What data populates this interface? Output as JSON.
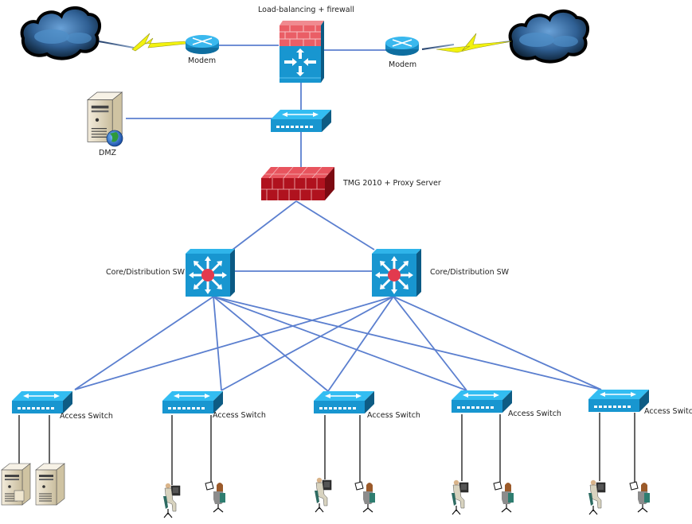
{
  "diagram": {
    "title": "Network topology",
    "colors": {
      "link": "#5b7fcf",
      "access_link": "#000000",
      "device_blue": "#1b9bd7",
      "device_blue_dark": "#0d5e88",
      "firewall_red": "#e8545e",
      "firewall_dark_red": "#b0121e",
      "core_center": "#e23a4e",
      "lightning": "#f2f20e",
      "cloud": "#3d72a8"
    },
    "nodes": {
      "cloud_left": {
        "type": "cloud",
        "label": ""
      },
      "cloud_right": {
        "type": "cloud",
        "label": ""
      },
      "modem_left": {
        "type": "router",
        "label": "Modem"
      },
      "modem_right": {
        "type": "router",
        "label": "Modem"
      },
      "lb_firewall": {
        "type": "firewall-router",
        "label": "Load-balancing + firewall"
      },
      "dmz_switch": {
        "type": "switch",
        "label": ""
      },
      "dmz_server": {
        "type": "web-server",
        "label": "DMZ"
      },
      "tmg_firewall": {
        "type": "firewall",
        "label": "TMG 2010 + Proxy Server"
      },
      "core_left": {
        "type": "layer3-switch",
        "label": "Core/Distribution SW"
      },
      "core_right": {
        "type": "layer3-switch",
        "label": "Core/Distribution SW"
      },
      "access": [
        {
          "type": "switch",
          "label": "Access Switch",
          "endpoints": [
            "server",
            "server"
          ]
        },
        {
          "type": "switch",
          "label": "Access Switch",
          "endpoints": [
            "user-desktop",
            "user-laptop"
          ]
        },
        {
          "type": "switch",
          "label": "Access Switch",
          "endpoints": [
            "user-desktop",
            "user-laptop"
          ]
        },
        {
          "type": "switch",
          "label": "Access Switch",
          "endpoints": [
            "user-desktop",
            "user-laptop"
          ]
        },
        {
          "type": "switch",
          "label": "Access Switch",
          "endpoints": [
            "user-desktop",
            "user-laptop"
          ]
        }
      ]
    },
    "links": [
      [
        "cloud_left",
        "modem_left",
        "wan"
      ],
      [
        "cloud_right",
        "modem_right",
        "wan"
      ],
      [
        "modem_left",
        "lb_firewall"
      ],
      [
        "modem_right",
        "lb_firewall"
      ],
      [
        "lb_firewall",
        "dmz_switch"
      ],
      [
        "dmz_server",
        "dmz_switch"
      ],
      [
        "dmz_switch",
        "tmg_firewall"
      ],
      [
        "tmg_firewall",
        "core_left"
      ],
      [
        "tmg_firewall",
        "core_right"
      ],
      [
        "core_left",
        "core_right"
      ],
      [
        "core_left",
        "access.0"
      ],
      [
        "core_left",
        "access.1"
      ],
      [
        "core_left",
        "access.2"
      ],
      [
        "core_left",
        "access.3"
      ],
      [
        "core_left",
        "access.4"
      ],
      [
        "core_right",
        "access.0"
      ],
      [
        "core_right",
        "access.1"
      ],
      [
        "core_right",
        "access.2"
      ],
      [
        "core_right",
        "access.3"
      ],
      [
        "core_right",
        "access.4"
      ]
    ]
  }
}
